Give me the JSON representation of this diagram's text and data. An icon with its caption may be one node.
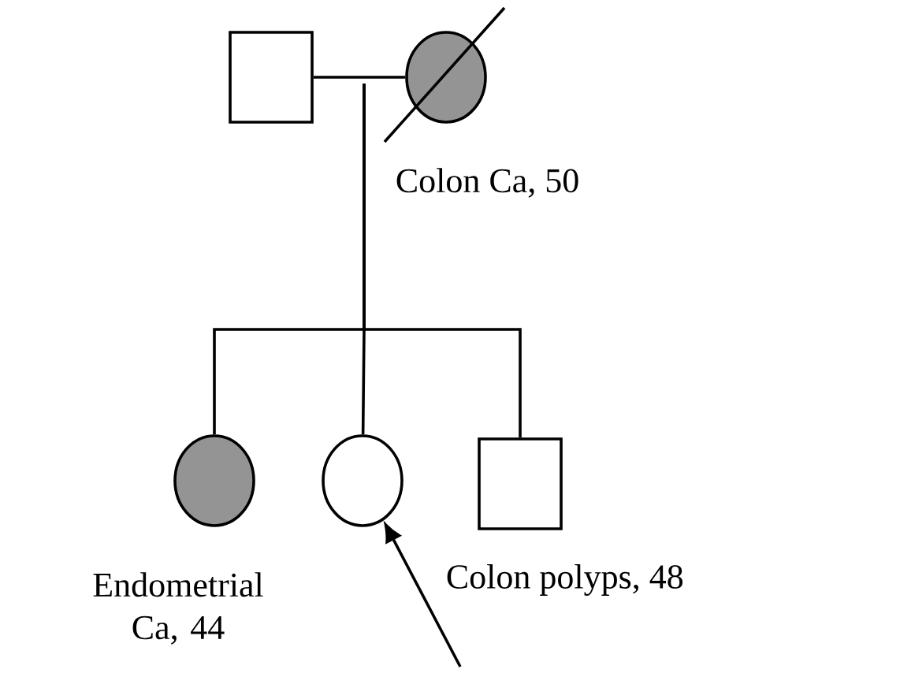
{
  "diagram": {
    "nodes": [
      {
        "text": [],
        "shape": "box"
      },
      {
        "text": [],
        "shape": "circle",
        "beside": [
          "Colon Ca, 50"
        ]
      },
      {
        "text": [],
        "shape": "circle",
        "beside": [
          "Endometrial Ca, 44"
        ]
      },
      {
        "text": [],
        "shape": "circle"
      },
      {
        "text": [],
        "shape": "box"
      }
    ],
    "edges": [
      {
        "from": 0,
        "to": 1,
        "arrow": "none"
      },
      {
        "from": null,
        "to": 2,
        "arrow": "none"
      },
      {
        "from": null,
        "to": 3,
        "arrow": "none"
      },
      {
        "from": null,
        "to": 4,
        "arrow": "none"
      },
      {
        "from": null,
        "to": 3,
        "arrow": "to"
      }
    ],
    "labels": [
      "Colon polyps, 48"
    ]
  }
}
